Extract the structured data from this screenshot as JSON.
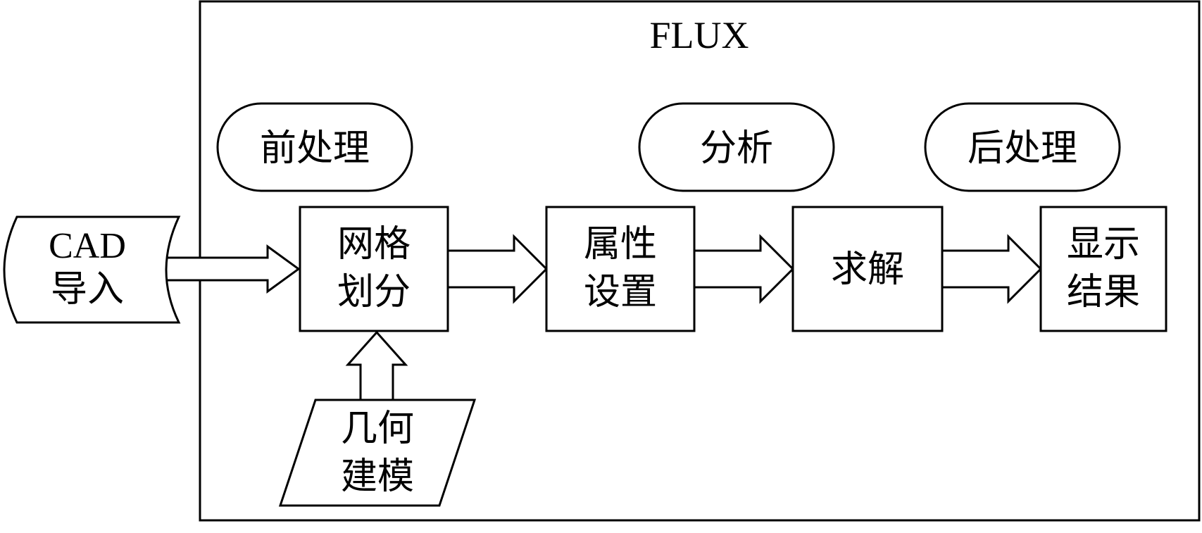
{
  "frame": {
    "title": "FLUX"
  },
  "phases": {
    "pre": "前处理",
    "analysis": "分析",
    "post": "后处理"
  },
  "nodes": {
    "cad_import": {
      "line1": "CAD",
      "line2": "导入"
    },
    "mesh": {
      "line1": "网格",
      "line2": "划分"
    },
    "property": {
      "line1": "属性",
      "line2": "设置"
    },
    "solve": {
      "line1": "求解"
    },
    "result": {
      "line1": "显示",
      "line2": "结果"
    },
    "geometry": {
      "line1": "几何",
      "line2": "建模"
    }
  }
}
